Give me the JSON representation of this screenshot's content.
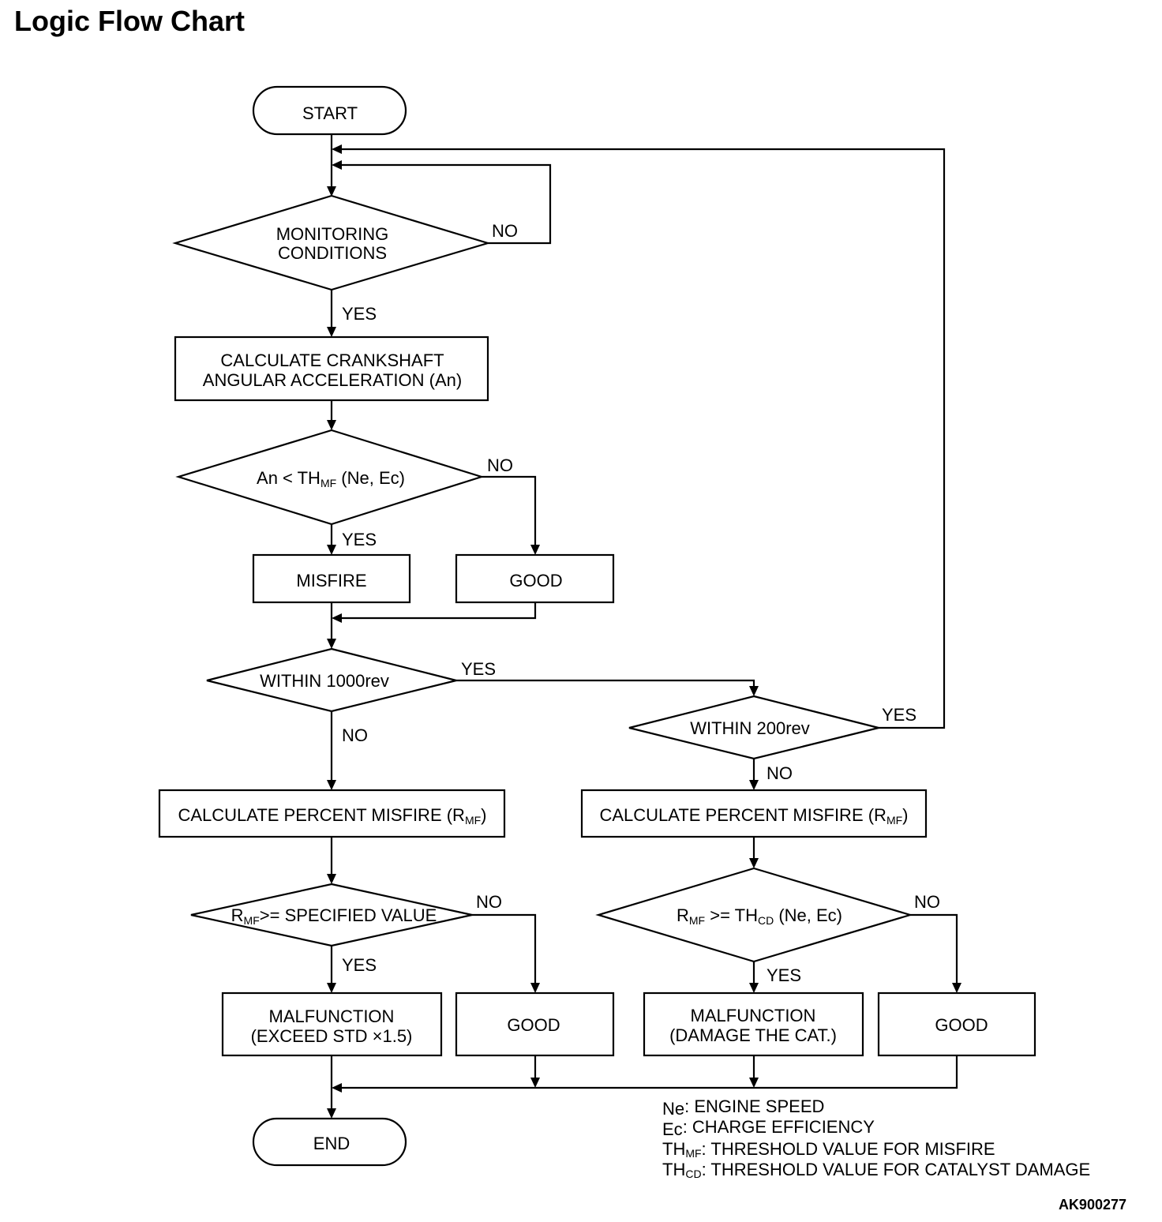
{
  "title": "Logic Flow Chart",
  "nodes": {
    "start": "START",
    "monitoring": [
      "MONITORING",
      "CONDITIONS"
    ],
    "calc_accel": [
      "CALCULATE CRANKSHAFT",
      "ANGULAR ACCELERATION (An)"
    ],
    "an_compare": {
      "pre": "An < TH",
      "sub": "MF",
      "post": " (Ne,  Ec)"
    },
    "misfire": "MISFIRE",
    "good_1": "GOOD",
    "within_1000": "WITHIN 1000rev",
    "within_200": "WITHIN 200rev",
    "calc_percent": {
      "pre": "CALCULATE PERCENT MISFIRE (R",
      "sub": "MF",
      "post": ")"
    },
    "rmf_specified": {
      "pre": "R",
      "sub": "MF",
      "post": ">= SPECIFIED VALUE"
    },
    "rmf_thcd": {
      "pre": "R",
      "sub1": "MF",
      "mid": " >= TH",
      "sub2": "CD",
      "post": " (Ne, Ec)"
    },
    "malfunction_std": [
      "MALFUNCTION",
      "(EXCEED STD  ×1.5)"
    ],
    "good_2": "GOOD",
    "malfunction_cat": [
      "MALFUNCTION",
      "(DAMAGE THE CAT.)"
    ],
    "good_3": "GOOD",
    "end": "END"
  },
  "labels": {
    "yes": "YES",
    "no": "NO"
  },
  "legend": [
    {
      "pre": "Ne",
      "sub": "",
      "post": ": ENGINE SPEED"
    },
    {
      "pre": "Ec",
      "sub": "",
      "post": ": CHARGE EFFICIENCY"
    },
    {
      "pre": "TH",
      "sub": "MF",
      "post": ": THRESHOLD VALUE FOR MISFIRE"
    },
    {
      "pre": "TH",
      "sub": "CD",
      "post": ": THRESHOLD VALUE FOR CATALYST DAMAGE"
    }
  ],
  "figure_code": "AK900277"
}
